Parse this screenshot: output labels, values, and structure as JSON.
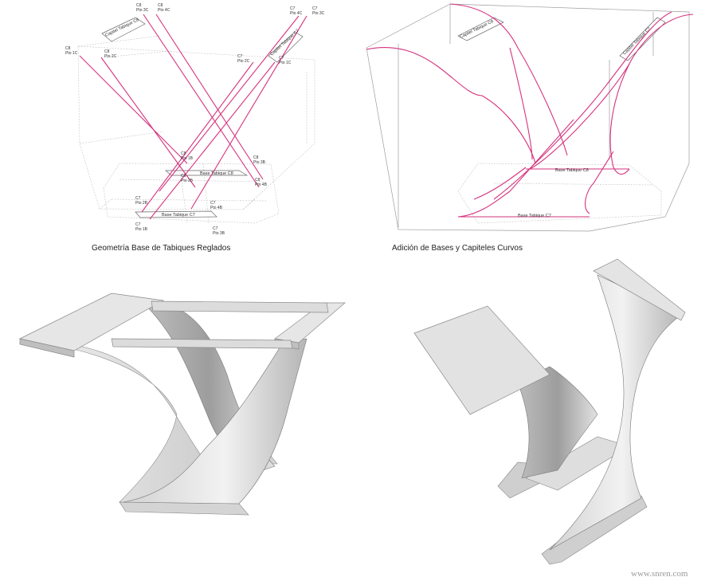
{
  "panels": {
    "top_left": {
      "caption": "Geometría Base de Tabiques Reglados",
      "box_labels": {
        "capitel_c8": "Capitel Tabique C8",
        "capitel_c7": "Capitel Tabique C7",
        "base_c8": "Base Tabique C8",
        "base_c7": "Base Tabique C7"
      },
      "points": [
        {
          "l1": "C8",
          "l2": "Pto 3C"
        },
        {
          "l1": "C8",
          "l2": "Pto 4C"
        },
        {
          "l1": "C8",
          "l2": "Pto 1C"
        },
        {
          "l1": "C8",
          "l2": "Pto 2C"
        },
        {
          "l1": "C7",
          "l2": "Pto 4C"
        },
        {
          "l1": "C7",
          "l2": "Pto 3C"
        },
        {
          "l1": "C7",
          "l2": "Pto 2C"
        },
        {
          "l1": "C7",
          "l2": "Pto 1C"
        },
        {
          "l1": "C8",
          "l2": "Pto 1B"
        },
        {
          "l1": "C8",
          "l2": "Pto 3B"
        },
        {
          "l1": "C8",
          "l2": "Pto 2B"
        },
        {
          "l1": "C8",
          "l2": "Pto 4B"
        },
        {
          "l1": "C7",
          "l2": "Pto 2B"
        },
        {
          "l1": "C7",
          "l2": "Pto 4B"
        },
        {
          "l1": "C7",
          "l2": "Pto 1B"
        },
        {
          "l1": "C7",
          "l2": "Pto 3B"
        }
      ]
    },
    "top_right": {
      "caption": "Adición de Bases y Capiteles Curvos",
      "box_labels": {
        "capitel_c8": "Capitel Tabique C8",
        "capitel_c7": "Capitel Tabique C7",
        "base_c8": "Base Tabique C8",
        "base_c7": "Base Tabique C7"
      }
    }
  },
  "watermark": "www.snren.com",
  "colors": {
    "ruled_line": "#d6337e",
    "frame": "#9c9c9c",
    "solid_light": "#ececec",
    "solid_mid": "#cfcfcf",
    "solid_dark": "#a8a8a8"
  }
}
